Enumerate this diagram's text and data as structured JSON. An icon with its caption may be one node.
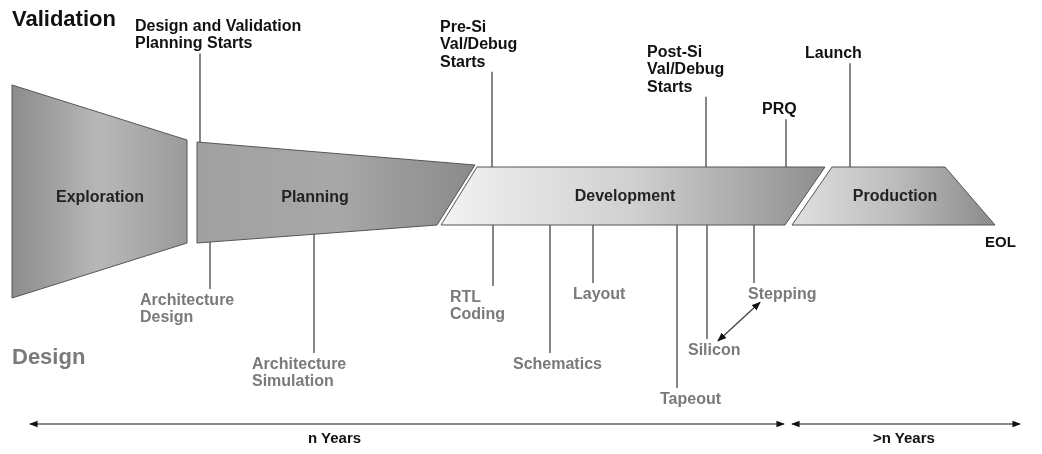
{
  "diagram": {
    "nodes": [
      {
        "text": [
          "Exploration"
        ]
      },
      {
        "text": [
          "Planning"
        ]
      },
      {
        "text": [
          "Development"
        ]
      },
      {
        "text": [
          "Production"
        ]
      },
      {
        "text": [
          "Design and Validation Planning Starts"
        ]
      },
      {
        "text": [
          "Pre-Si Val/Debug Starts"
        ]
      },
      {
        "text": [
          "Post-Si Val/Debug Starts"
        ]
      },
      {
        "text": [
          "PRQ"
        ]
      },
      {
        "text": [
          "Launch"
        ]
      },
      {
        "text": [
          "Architecture Design"
        ]
      },
      {
        "text": [
          "Architecture Simulation"
        ]
      },
      {
        "text": [
          "RTL Coding"
        ]
      },
      {
        "text": [
          "Layout"
        ]
      },
      {
        "text": [
          "Schematics"
        ]
      },
      {
        "text": [
          "Tapeout"
        ]
      },
      {
        "text": [
          "Silicon"
        ]
      },
      {
        "text": [
          "Stepping"
        ]
      }
    ],
    "edges": [
      {
        "from": 4,
        "to": 1,
        "arrow": "none"
      },
      {
        "from": 5,
        "to": 2,
        "arrow": "none"
      },
      {
        "from": 6,
        "to": 2,
        "arrow": "none"
      },
      {
        "from": 7,
        "to": 2,
        "arrow": "none"
      },
      {
        "from": 8,
        "to": 3,
        "arrow": "none"
      },
      {
        "from": 9,
        "to": 1,
        "arrow": "none"
      },
      {
        "from": 10,
        "to": 1,
        "arrow": "none"
      },
      {
        "from": 11,
        "to": 2,
        "arrow": "none"
      },
      {
        "from": 12,
        "to": 2,
        "arrow": "none"
      },
      {
        "from": 13,
        "to": 2,
        "arrow": "none"
      },
      {
        "from": 14,
        "to": 2,
        "arrow": "none"
      },
      {
        "from": 15,
        "to": 2,
        "arrow": "none"
      },
      {
        "from": 16,
        "to": 2,
        "arrow": "none"
      },
      {
        "from": 15,
        "to": 16,
        "arrow": "both"
      }
    ],
    "labels": [
      "Validation",
      "Design",
      "EOL",
      "n Years",
      ">n Years"
    ]
  }
}
